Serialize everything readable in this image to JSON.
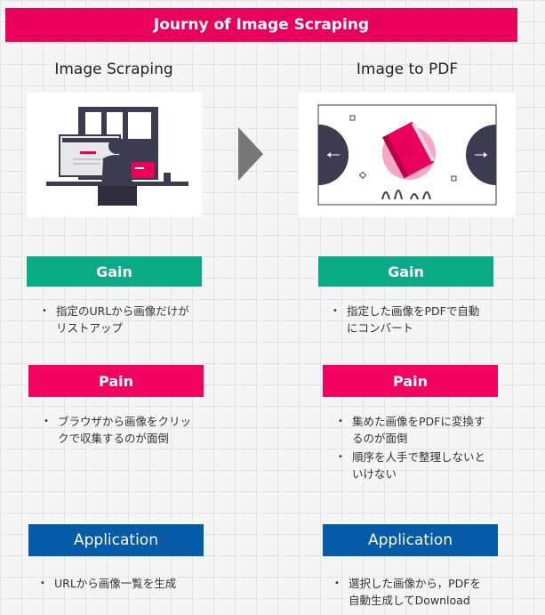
{
  "title": "Journy of Image Scraping",
  "columns": [
    {
      "heading": "Image Scraping",
      "gain_label": "Gain",
      "gain_items": [
        "指定のURLから画像だけが\nリストアップ"
      ],
      "pain_label": "Pain",
      "pain_items": [
        "ブラウザから画像をクリッ\nクで収集するのが面倒"
      ],
      "app_label": "Application",
      "app_items": [
        "URLから画像一覧を生成"
      ]
    },
    {
      "heading": "Image to PDF",
      "gain_label": "Gain",
      "gain_items": [
        "指定した画像をPDFで自動\nにコンバート"
      ],
      "pain_label": "Pain",
      "pain_items": [
        "集めた画像をPDFに変換す\nるのが面倒",
        "順序を人手で整理しないと\nいけない"
      ],
      "app_label": "Application",
      "app_items": [
        "選択した画像から，PDFを\n自動生成してDownload"
      ]
    }
  ],
  "colors": {
    "title": "#e8005a",
    "gain": "#0aaa85",
    "pain": "#f0045f",
    "application": "#065ba8"
  },
  "icons": {
    "left_illustration": "person-at-computer-illustration",
    "right_illustration": "book-to-pdf-illustration",
    "flow_arrow": "arrow-right-icon"
  }
}
